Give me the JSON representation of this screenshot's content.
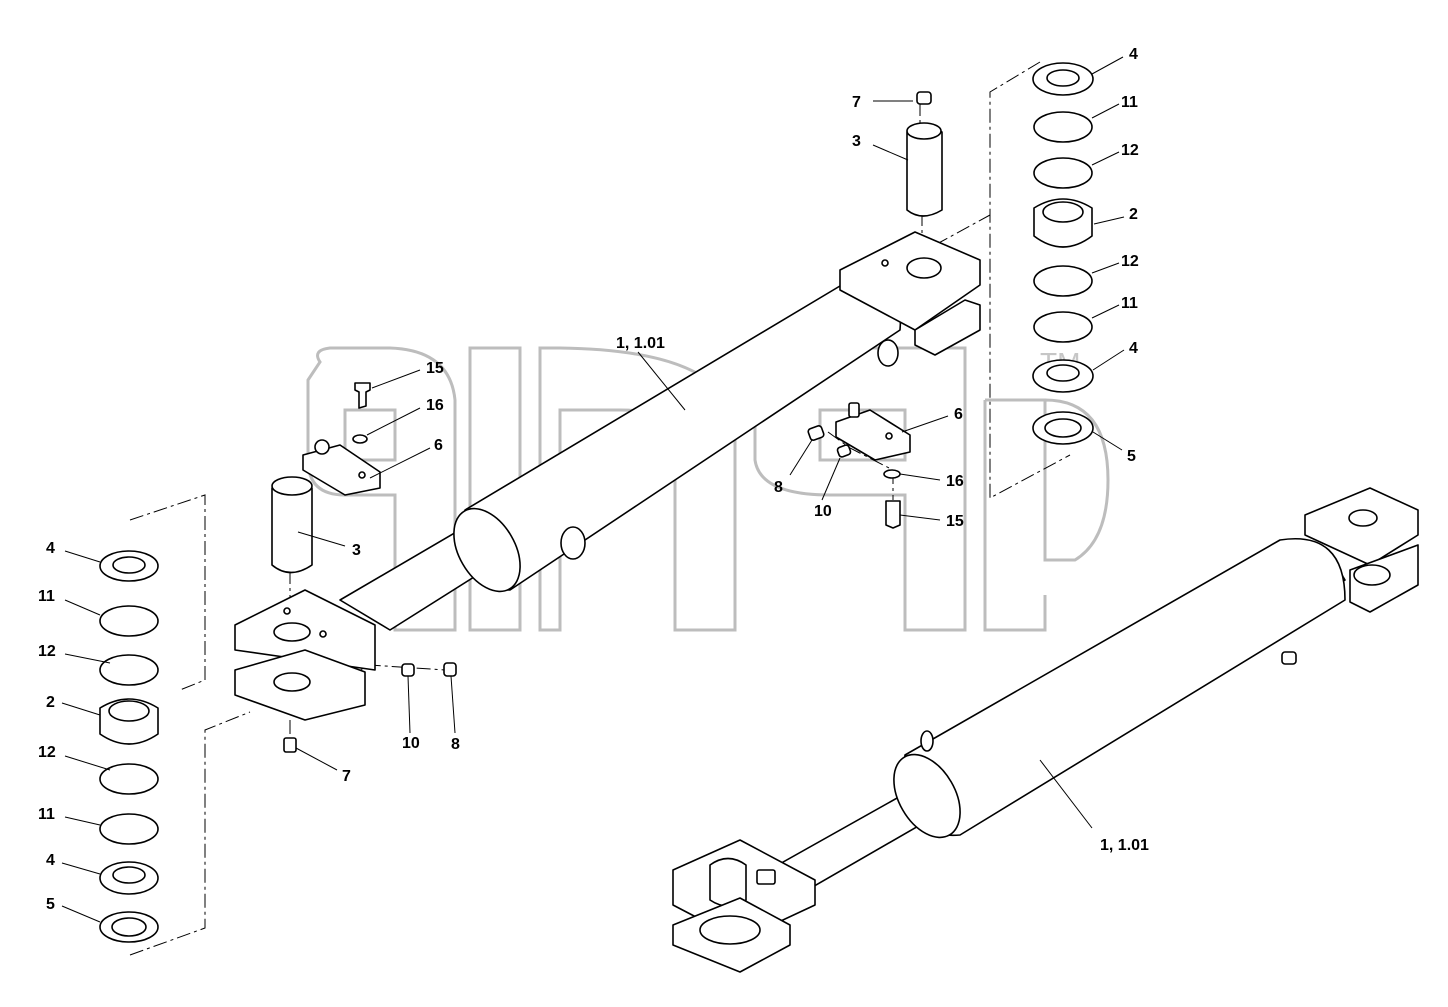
{
  "watermark": {
    "text": "alfa",
    "tm": "TM"
  },
  "labels": {
    "top_pin_cap": "7",
    "top_pin": "3",
    "top_ring_4a": "4",
    "top_ring_11a": "11",
    "top_ring_12a": "12",
    "top_bearing": "2",
    "top_ring_12b": "12",
    "top_ring_11b": "11",
    "top_ring_4b": "4",
    "top_ring_5": "5",
    "left_bolt": "15",
    "left_washer": "16",
    "left_plate": "6",
    "left_pin": "3",
    "right_plate": "6",
    "right_fitting_8": "8",
    "right_fitting_10": "10",
    "right_washer": "16",
    "right_bolt": "15",
    "main_cylinder": "1, 1.01",
    "bl_ring_4a": "4",
    "bl_ring_11a": "11",
    "bl_ring_12a": "12",
    "bl_bearing": "2",
    "bl_ring_12b": "12",
    "bl_ring_11b": "11",
    "bl_ring_4b": "4",
    "bl_ring_5": "5",
    "bottom_fitting_10": "10",
    "bottom_fitting_8": "8",
    "bottom_pin_cap": "7",
    "assembled_cylinder": "1, 1.01"
  }
}
